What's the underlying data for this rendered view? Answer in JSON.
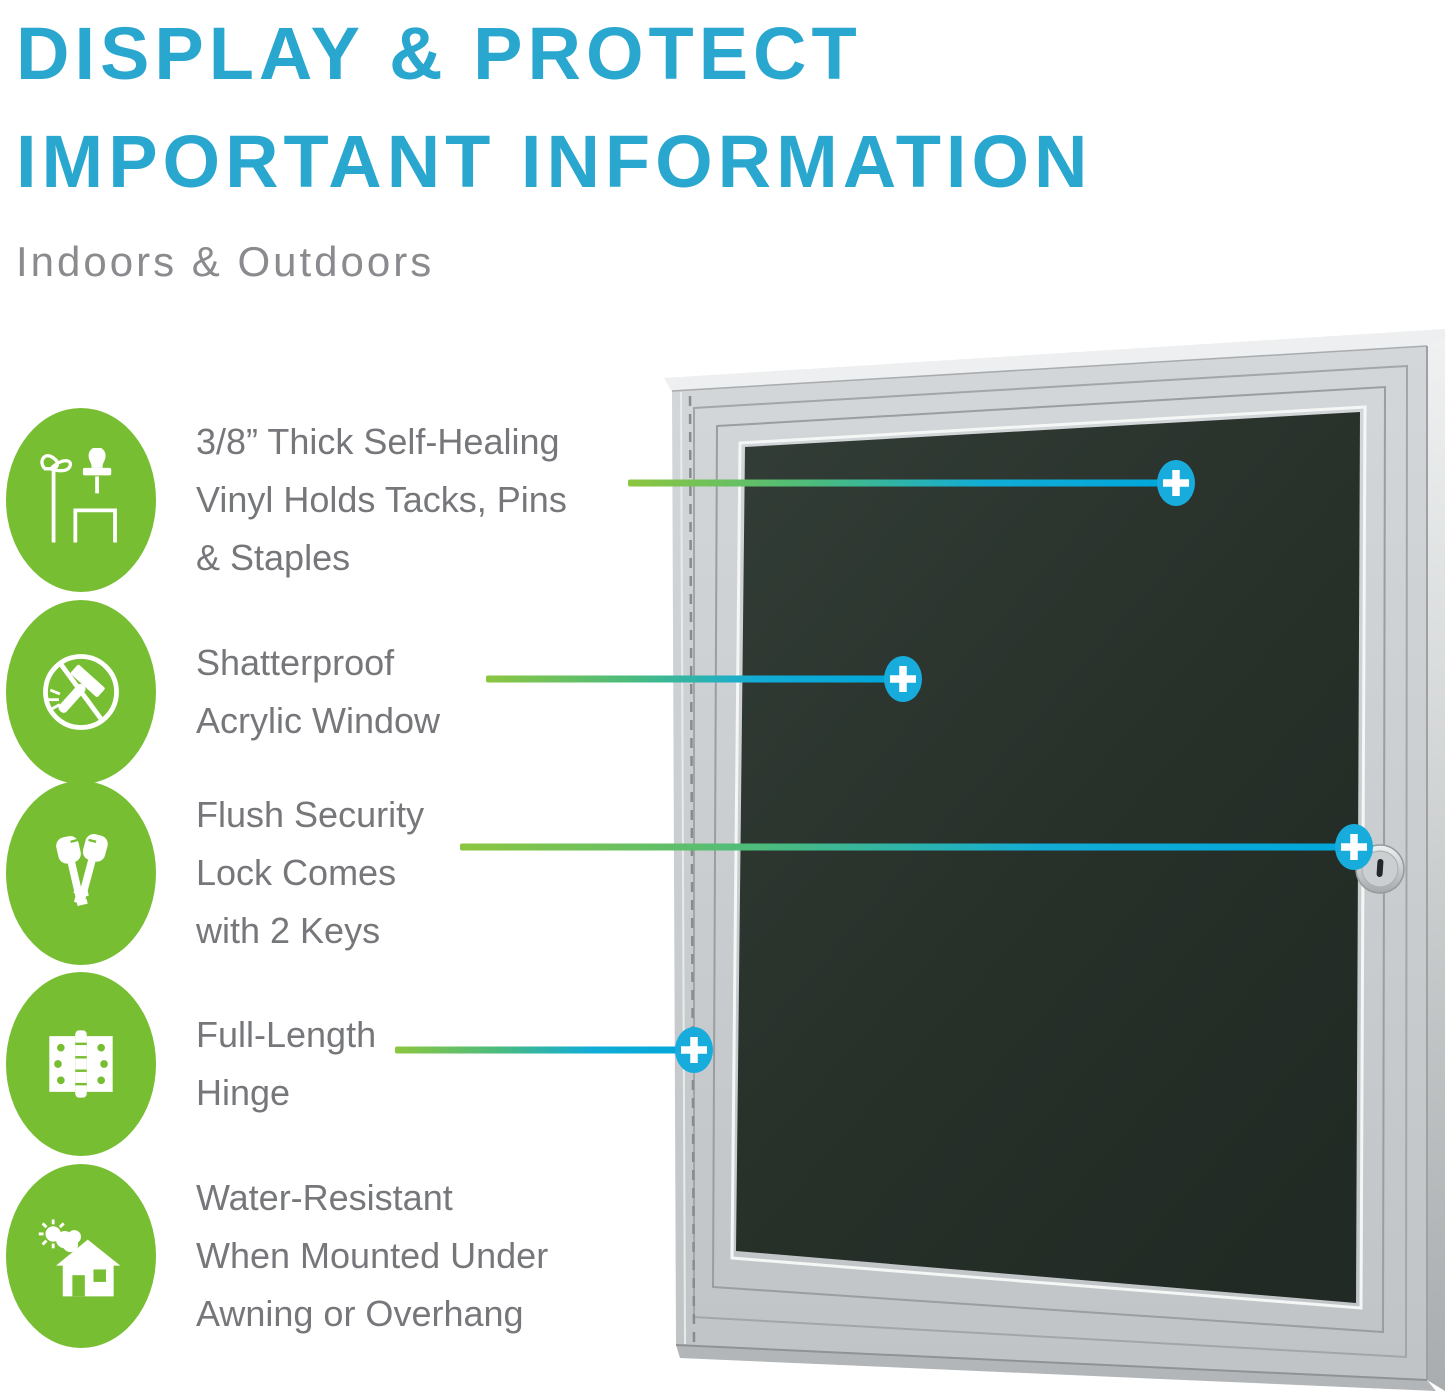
{
  "header": {
    "title_line1": "DISPLAY & PROTECT",
    "title_line2": "IMPORTANT INFORMATION",
    "subtitle": "Indoors & Outdoors"
  },
  "features": [
    {
      "icon": "pins-staples-icon",
      "lines": [
        "3/8” Thick Self-Healing",
        "Vinyl Holds Tacks, Pins",
        "& Staples"
      ]
    },
    {
      "icon": "no-hammer-icon",
      "lines": [
        "Shatterproof",
        "Acrylic Window"
      ]
    },
    {
      "icon": "keys-icon",
      "lines": [
        "Flush Security",
        "Lock Comes",
        "with 2 Keys"
      ]
    },
    {
      "icon": "hinge-icon",
      "lines": [
        "Full-Length",
        "Hinge"
      ]
    },
    {
      "icon": "house-weather-icon",
      "lines": [
        "Water-Resistant",
        "When Mounted Under",
        "Awning or Overhang"
      ]
    }
  ],
  "callout_marker_symbol": "+",
  "palette": {
    "title_cyan": "#2AA7CF",
    "subtitle_gray": "#8A8B8E",
    "feature_text_gray": "#76777A",
    "icon_green": "#77BE32",
    "line_gradient_start_green": "#8CC63F",
    "line_gradient_end_cyan": "#00A6DA",
    "marker_cyan": "#17ACDC",
    "frame_silver": "#C8CCCE",
    "board_surface_dark": "#273029"
  }
}
